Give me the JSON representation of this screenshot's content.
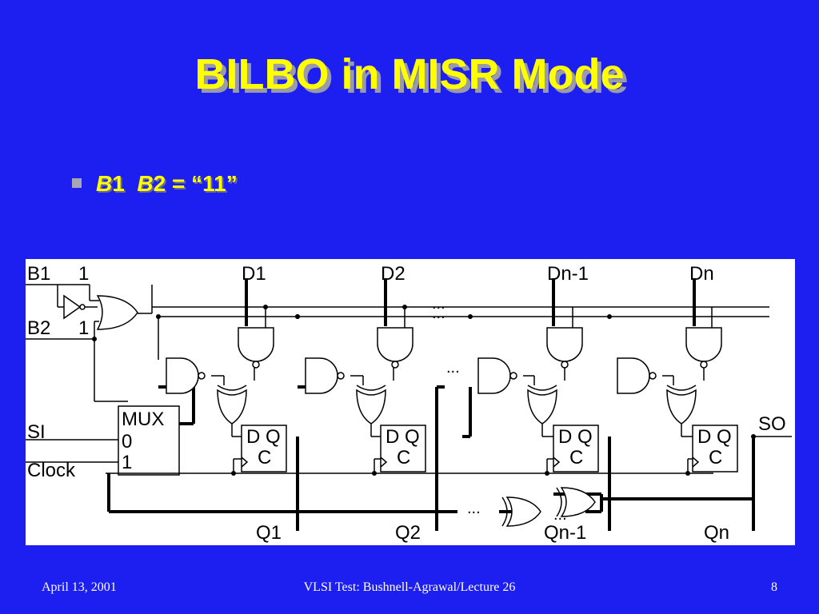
{
  "slide": {
    "title": "BILBO in MISR Mode",
    "bullet": {
      "b1_letter": "B",
      "b1_digit": "1",
      "b2_letter": "B",
      "b2_digit": "2",
      "value": " = “11”"
    }
  },
  "diagram": {
    "labels": {
      "b1": "B1",
      "b1_value": "1",
      "b2": "B2",
      "b2_value": "1",
      "si": "SI",
      "clock": "Clock",
      "so": "SO",
      "mux_title": "MUX",
      "mux_in0": "0",
      "mux_in1": "1",
      "ff_dq": "D Q",
      "ff_c": "C",
      "d1": "D1",
      "d2": "D2",
      "dn1": "Dn-1",
      "dn": "Dn",
      "q1": "Q1",
      "q2": "Q2",
      "qn1": "Qn-1",
      "qn": "Qn",
      "ellipsis": "..."
    }
  },
  "footer": {
    "date": "April 13, 2001",
    "course": "VLSI Test: Bushnell-Agrawal/Lecture 26",
    "page": "8"
  }
}
